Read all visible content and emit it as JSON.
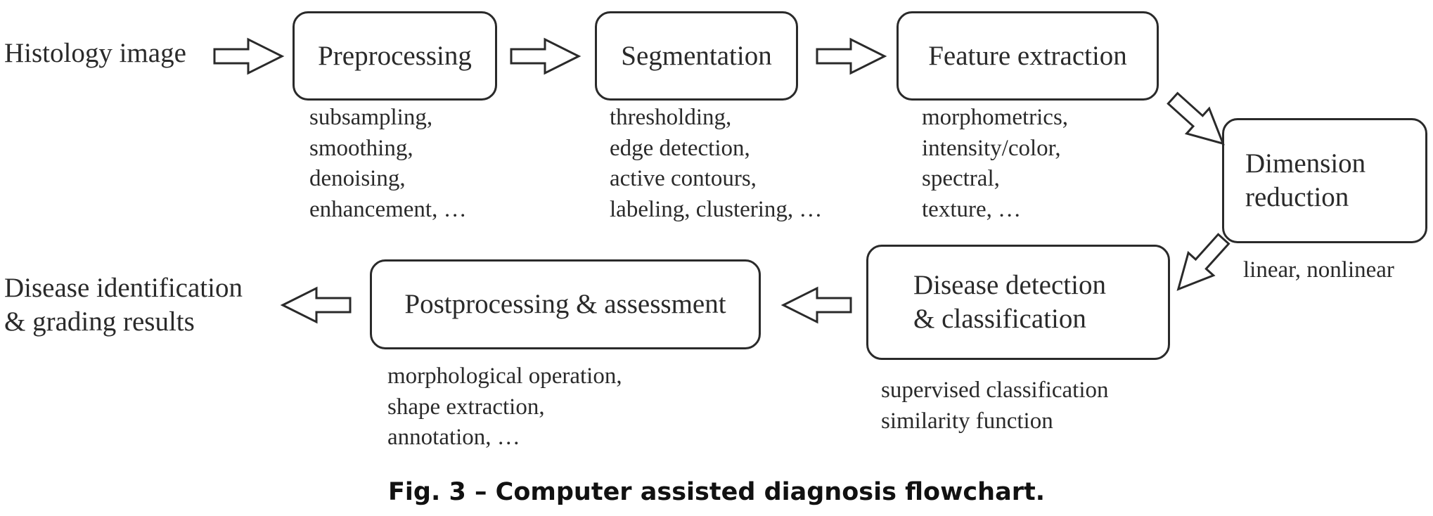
{
  "input_label": "Histology image",
  "output_label": [
    "Disease identification",
    "& grading results"
  ],
  "steps": {
    "preprocessing": {
      "title": [
        "Preprocessing"
      ],
      "notes": [
        "subsampling,",
        "smoothing,",
        "denoising,",
        "enhancement, …"
      ]
    },
    "segmentation": {
      "title": [
        "Segmentation"
      ],
      "notes": [
        "thresholding,",
        "edge detection,",
        "active contours,",
        "labeling, clustering, …"
      ]
    },
    "feature_extraction": {
      "title": [
        "Feature extraction"
      ],
      "notes": [
        "morphometrics,",
        "intensity/color,",
        "spectral,",
        "texture, …"
      ]
    },
    "dimension_reduction": {
      "title": [
        "Dimension",
        "reduction"
      ],
      "notes": [
        "linear, nonlinear"
      ]
    },
    "disease_detection": {
      "title": [
        "Disease detection",
        "& classification"
      ],
      "notes": [
        "supervised classification",
        "similarity function"
      ]
    },
    "postprocessing": {
      "title": [
        "Postprocessing & assessment"
      ],
      "notes": [
        "morphological operation,",
        "shape extraction,",
        "annotation, …"
      ]
    }
  },
  "caption": "Fig. 3 – Computer assisted diagnosis flowchart.",
  "colors": {
    "stroke": "#2a2a2a",
    "text": "#2a2a2a",
    "background": "#ffffff"
  }
}
